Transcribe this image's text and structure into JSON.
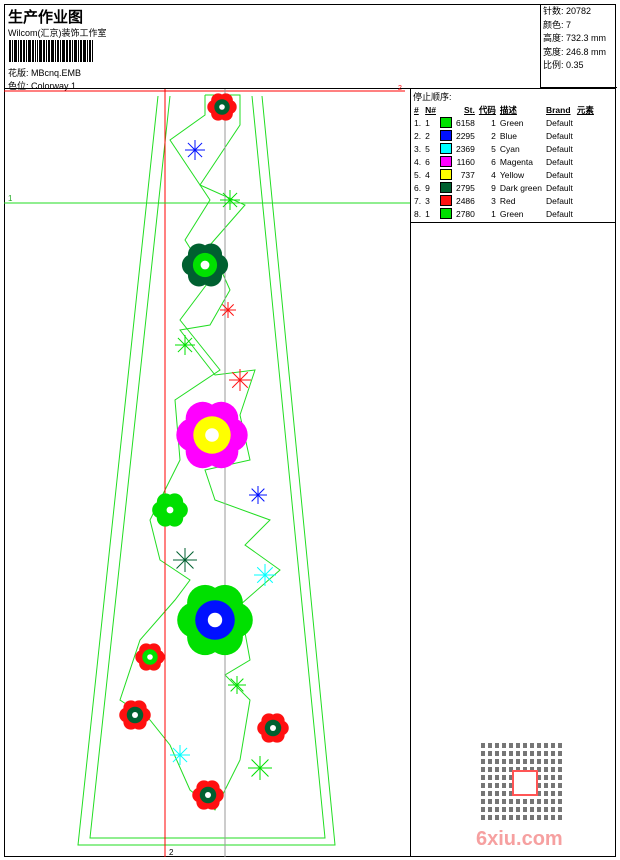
{
  "header": {
    "title": "生产作业图",
    "company": "Wilcom(汇京)装饰工作室",
    "pattern_label": "花版:",
    "pattern": "MBcnq.EMB",
    "colorway_label": "色位:",
    "colorway": "Colorway 1"
  },
  "info": [
    {
      "label": "针数:",
      "value": "20782"
    },
    {
      "label": "颜色:",
      "value": "7"
    },
    {
      "label": "高度:",
      "value": "732.3 mm"
    },
    {
      "label": "宽度:",
      "value": "246.8 mm"
    },
    {
      "label": "比例:",
      "value": "0.35"
    }
  ],
  "stop_sequence": {
    "caption": "停止顺序:",
    "columns": [
      "#",
      "N#",
      "St.",
      "代码",
      "描述",
      "Brand",
      "元素"
    ],
    "rows": [
      {
        "n": "1.",
        "code_n": "1",
        "color": "#00e000",
        "st": "6158",
        "code": "1",
        "desc": "Green",
        "brand": "Default"
      },
      {
        "n": "2.",
        "code_n": "2",
        "color": "#0010ff",
        "st": "2295",
        "code": "2",
        "desc": "Blue",
        "brand": "Default"
      },
      {
        "n": "3.",
        "code_n": "5",
        "color": "#00ffff",
        "st": "2369",
        "code": "5",
        "desc": "Cyan",
        "brand": "Default"
      },
      {
        "n": "4.",
        "code_n": "6",
        "color": "#ff00ff",
        "st": "1160",
        "code": "6",
        "desc": "Magenta",
        "brand": "Default"
      },
      {
        "n": "5.",
        "code_n": "4",
        "color": "#ffff00",
        "st": "737",
        "code": "4",
        "desc": "Yellow",
        "brand": "Default"
      },
      {
        "n": "6.",
        "code_n": "9",
        "color": "#006030",
        "st": "2795",
        "code": "9",
        "desc": "Dark green",
        "brand": "Default"
      },
      {
        "n": "7.",
        "code_n": "3",
        "color": "#ff1010",
        "st": "2486",
        "code": "3",
        "desc": "Red",
        "brand": "Default"
      },
      {
        "n": "8.",
        "code_n": "1",
        "color": "#00e000",
        "st": "2780",
        "code": "1",
        "desc": "Green",
        "brand": "Default"
      }
    ]
  },
  "guides": {
    "h1": "1",
    "v2": "2",
    "corner": "2"
  },
  "watermark": "6xiu.com"
}
